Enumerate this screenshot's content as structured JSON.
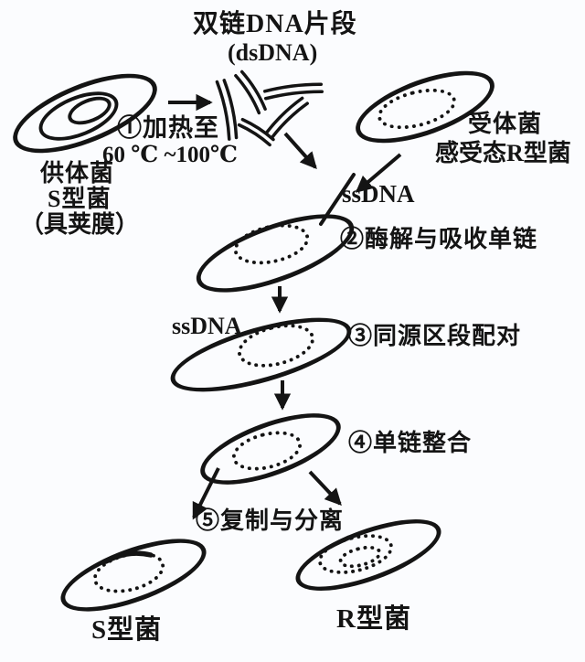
{
  "diagram": {
    "title": "双链DNA片段",
    "title_sub": "(dsDNA)",
    "step1_label": "①加热至",
    "step1_temp": "60 ℃ ~100℃",
    "donor": {
      "line1": "供体菌",
      "line2": "S型菌",
      "line3": "（具荚膜）"
    },
    "recipient": {
      "line1": "受体菌",
      "line2": "感受态R型菌"
    },
    "ssdna_label_1": "ssDNA",
    "step2_label": "②酶解与吸收单链",
    "ssdna_label_2": "ssDNA",
    "step3_label": "③同源区段配对",
    "step4_label": "④单链整合",
    "step5_label": "⑤复制与分离",
    "result_s": "S型菌",
    "result_r": "R型菌",
    "colors": {
      "ink": "#141414",
      "background": "#fbfcfe"
    }
  }
}
